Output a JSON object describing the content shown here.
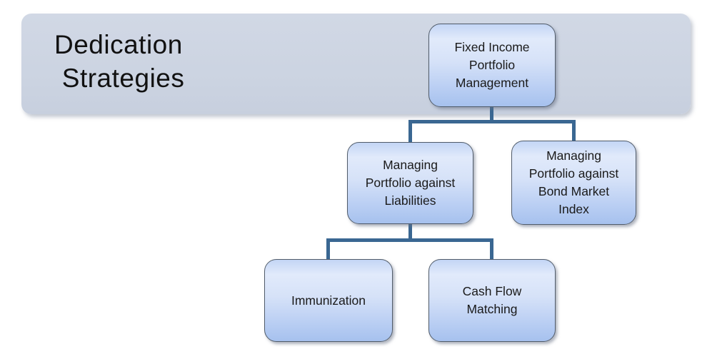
{
  "slide": {
    "title": "Dedication\n Strategies"
  },
  "diagram": {
    "type": "hierarchy",
    "nodes": [
      {
        "id": "root",
        "label": "Fixed Income\nPortfolio\nManagement",
        "parent": null
      },
      {
        "id": "liabilities",
        "label": "Managing\nPortfolio against\nLiabilities",
        "parent": "root"
      },
      {
        "id": "bond-index",
        "label": "Managing\nPortfolio against\nBond Market\nIndex",
        "parent": "root"
      },
      {
        "id": "immunization",
        "label": "Immunization",
        "parent": "liabilities"
      },
      {
        "id": "cash-flow",
        "label": "Cash Flow\nMatching",
        "parent": "liabilities"
      }
    ]
  },
  "colors": {
    "page_background": "#ffffff",
    "banner_background": "#ccd4e2",
    "node_gradient_top": "#dde8fa",
    "node_gradient_bottom": "#a6c1ee",
    "node_border": "#515c6a",
    "connector": "#3a6792",
    "title_text": "#111111",
    "node_text": "#1a1a1a"
  }
}
